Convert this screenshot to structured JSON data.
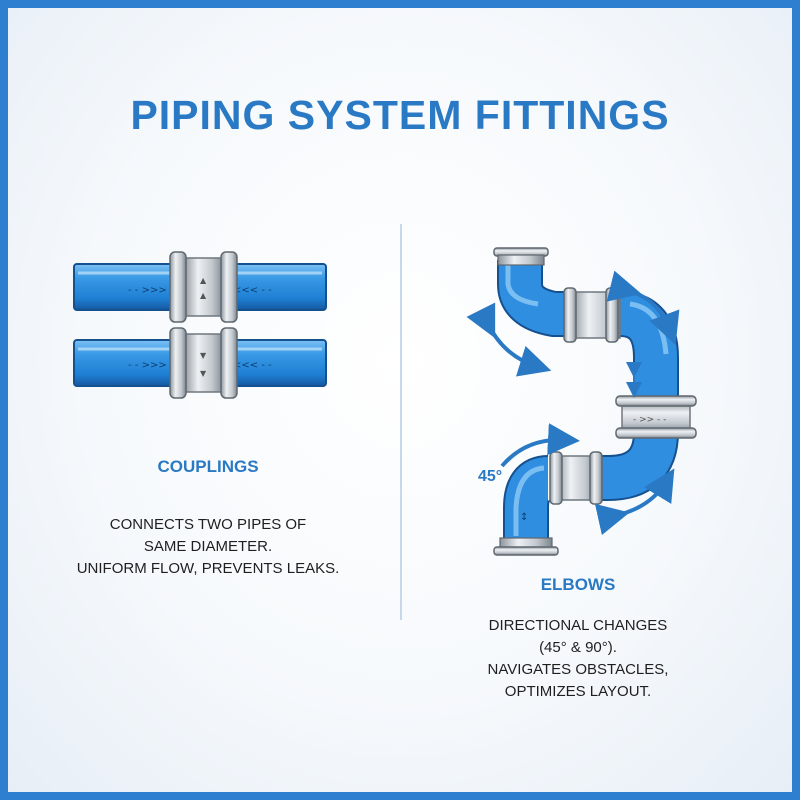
{
  "title": "PIPING SYSTEM FITTINGS",
  "couplings": {
    "heading": "COUPLINGS",
    "description": [
      "CONNECTS TWO PIPES OF",
      "SAME DIAMETER.",
      "UNIFORM FLOW, PREVENTS LEAKS."
    ]
  },
  "elbows": {
    "heading": "ELBOWS",
    "description": [
      "DIRECTIONAL CHANGES",
      "(45° & 90°).",
      "NAVIGATES OBSTACLES,",
      "OPTIMIZES LAYOUT."
    ],
    "angle_label": "45°"
  },
  "colors": {
    "border": "#2f7fd0",
    "title": "#2a79c4",
    "pipe": "#2f8ee0",
    "pipe_dark": "#1a5fa8",
    "fitting": "#c9ced4",
    "arrow": "#2a79c4"
  }
}
